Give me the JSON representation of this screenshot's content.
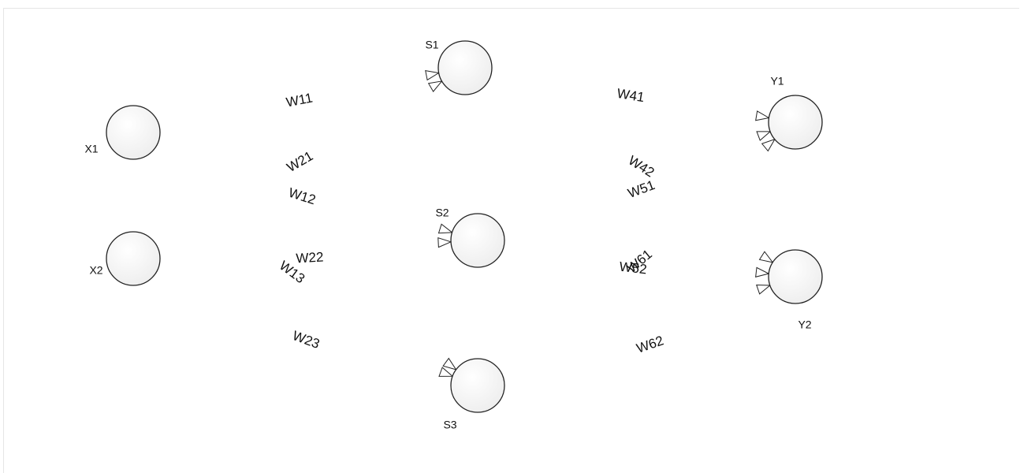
{
  "diagram": {
    "nodes": [
      {
        "id": "X1",
        "label": "X1"
      },
      {
        "id": "X2",
        "label": "X2"
      },
      {
        "id": "S1",
        "label": "S1"
      },
      {
        "id": "S2",
        "label": "S2"
      },
      {
        "id": "S3",
        "label": "S3"
      },
      {
        "id": "Y1",
        "label": "Y1"
      },
      {
        "id": "Y2",
        "label": "Y2"
      }
    ],
    "edges": [
      {
        "from": "X1",
        "to": "S1",
        "label": "W11"
      },
      {
        "from": "X1",
        "to": "S2",
        "label": "W12"
      },
      {
        "from": "X1",
        "to": "S3",
        "label": "W13"
      },
      {
        "from": "X2",
        "to": "S1",
        "label": "W21"
      },
      {
        "from": "X2",
        "to": "S2",
        "label": "W22"
      },
      {
        "from": "X2",
        "to": "S3",
        "label": "W23"
      },
      {
        "from": "S1",
        "to": "Y1",
        "label": "W41"
      },
      {
        "from": "S1",
        "to": "Y2",
        "label": "W42"
      },
      {
        "from": "S2",
        "to": "Y1",
        "label": "W51"
      },
      {
        "from": "S2",
        "to": "Y2",
        "label": "W52"
      },
      {
        "from": "S3",
        "to": "Y1",
        "label": "W61"
      },
      {
        "from": "S3",
        "to": "Y2",
        "label": "W62"
      }
    ]
  }
}
